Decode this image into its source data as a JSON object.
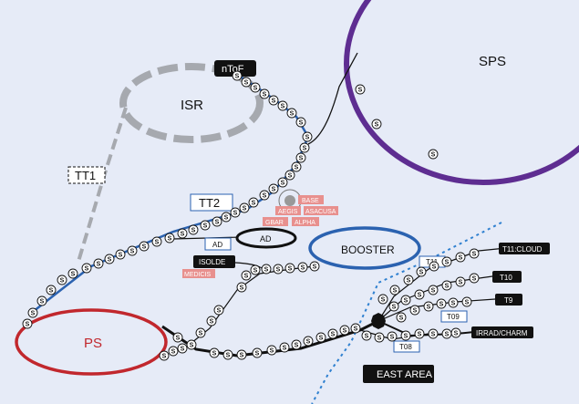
{
  "rings": {
    "sps": "SPS",
    "isr": "ISR",
    "ps": "PS",
    "booster": "BOOSTER",
    "ad": "AD"
  },
  "tags": {
    "ntof": "nToF",
    "tt2": "TT2",
    "tt1": "TT1",
    "isolde": "ISOLDE",
    "medicis": "MEDICIS",
    "ad_small": "AD",
    "east_area": "EAST AREA",
    "t11_cloud": "T11:CLOUD",
    "t10": "T10",
    "t9": "T9",
    "irrad_charm": "IRRAD/CHARM",
    "t11": "T11",
    "t09": "T09",
    "t08": "T08",
    "aegis": "AEGIS",
    "base": "BASE",
    "asacusa": "ASACUSA",
    "gbar": "GBAR",
    "alpha": "ALPHA"
  },
  "marker": "S",
  "colors": {
    "background": "#e6ebf7",
    "sps": "#5e2d91",
    "ps": "#c1272d",
    "booster": "#2b62b0",
    "isr": "#a6a9af",
    "beamline": "#111111",
    "blue_line": "#2b62b0",
    "experiment": "#e8908e",
    "dotted": "#2f80d0"
  }
}
